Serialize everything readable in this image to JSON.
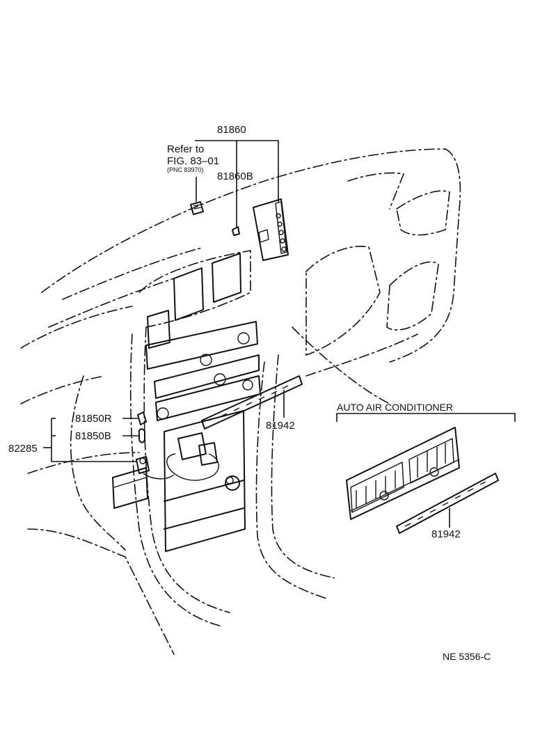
{
  "labels": {
    "part_81860": "81860",
    "refer_line1": "Refer to",
    "refer_line2": "FIG. 83–01",
    "refer_line3": "(PNC 83970)",
    "part_81860b": "81860B",
    "part_81850r": "81850R",
    "part_81850b": "81850B",
    "part_82285": "82285",
    "part_81942_main": "81942",
    "auto_ac_title": "AUTO AIR CONDITIONER",
    "part_81942_inset": "81942",
    "diagram_code": "NE 5356-C"
  }
}
